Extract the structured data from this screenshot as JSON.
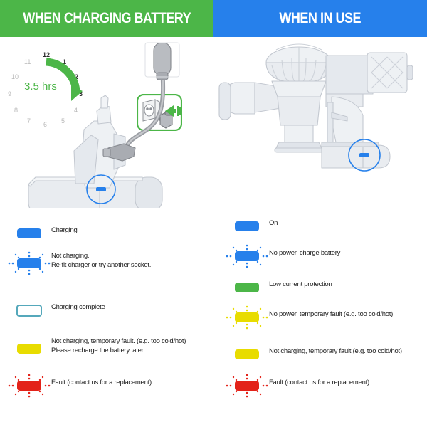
{
  "headers": {
    "left": "WHEN CHARGING BATTERY",
    "right": "WHEN IN USE"
  },
  "colors": {
    "green": "#4cb648",
    "blue": "#2680eb",
    "yellow": "#e8dc00",
    "red": "#e32219",
    "teal": "#55a8bb",
    "divider": "#d2d2d2",
    "device_gray": "#d8dce2"
  },
  "charging_panel": {
    "clock": {
      "value_label": "3.5 hrs",
      "hour_marks": [
        "12",
        "1",
        "2",
        "3",
        "4",
        "5",
        "6",
        "7",
        "8",
        "9",
        "10",
        "11"
      ],
      "highlighted_marks": [
        "12",
        "1",
        "2",
        "3"
      ],
      "arc_from_hour": "12",
      "arc_to_hour": "3"
    },
    "socket_icon": "wall-socket-plug-icon",
    "device_icon": "vacuum-battery-charging-icon",
    "charger_icon": "charger-plug-icon",
    "led_callout": "battery-led-indicator"
  },
  "in_use_panel": {
    "device_icon": "cordless-vacuum-icon",
    "led_callout": "battery-led-indicator"
  },
  "charging_legend": [
    {
      "swatch": "blue-solid",
      "color": "#2680eb",
      "style": "solid",
      "flashing": false,
      "label": "Charging"
    },
    {
      "swatch": "blue-flashing",
      "color": "#2680eb",
      "style": "solid",
      "flashing": true,
      "label": "Not charging.\nRe-fit charger or try another socket."
    },
    {
      "swatch": "outline",
      "color": "#55a8bb",
      "style": "outline",
      "flashing": false,
      "label": "Charging complete"
    },
    {
      "swatch": "yellow-solid",
      "color": "#e8dc00",
      "style": "solid",
      "flashing": false,
      "label": "Not charging, temporary fault. (e.g. too cold/hot)\nPlease recharge the battery later"
    },
    {
      "swatch": "red-flashing",
      "color": "#e32219",
      "style": "solid",
      "flashing": true,
      "label": "Fault (contact us for a replacement)"
    }
  ],
  "in_use_legend": [
    {
      "swatch": "blue-solid",
      "color": "#2680eb",
      "style": "solid",
      "flashing": false,
      "label": "On"
    },
    {
      "swatch": "blue-flashing",
      "color": "#2680eb",
      "style": "solid",
      "flashing": true,
      "label": "No power, charge battery"
    },
    {
      "swatch": "green-solid",
      "color": "#4cb648",
      "style": "solid",
      "flashing": false,
      "label": "Low current protection"
    },
    {
      "swatch": "yellow-flashing",
      "color": "#e8dc00",
      "style": "solid",
      "flashing": true,
      "label": "No power, temporary fault (e.g. too cold/hot)"
    },
    {
      "swatch": "yellow-solid",
      "color": "#e8dc00",
      "style": "solid",
      "flashing": false,
      "label": "Not charging, temporary fault (e.g. too cold/hot)"
    },
    {
      "swatch": "red-flashing",
      "color": "#e32219",
      "style": "solid",
      "flashing": true,
      "label": "Fault (contact us for a replacement)"
    }
  ]
}
